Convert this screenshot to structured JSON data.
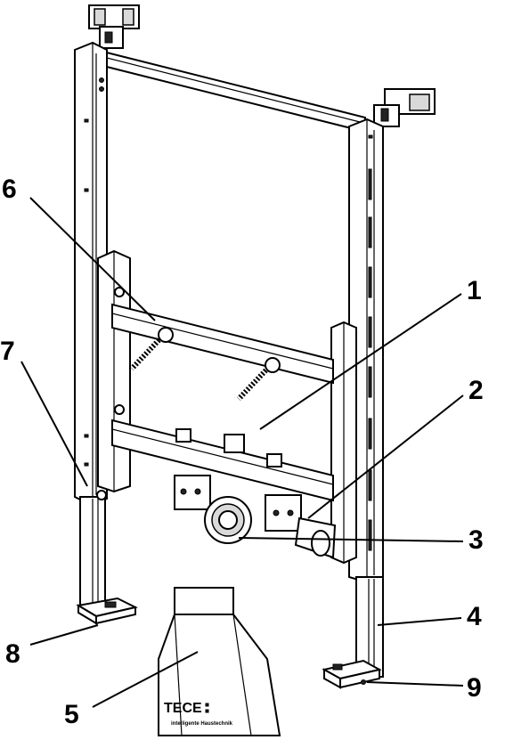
{
  "colors": {
    "line": "#000000",
    "background": "#ffffff",
    "shade": "#d9d9d9"
  },
  "callouts": [
    {
      "id": "1",
      "label": "1"
    },
    {
      "id": "2",
      "label": "2"
    },
    {
      "id": "3",
      "label": "3"
    },
    {
      "id": "4",
      "label": "4"
    },
    {
      "id": "5",
      "label": "5"
    },
    {
      "id": "6",
      "label": "6"
    },
    {
      "id": "7",
      "label": "7"
    },
    {
      "id": "8",
      "label": "8"
    },
    {
      "id": "9",
      "label": "9"
    }
  ],
  "bag": {
    "brand": "TECE",
    "tagline": "intelligente Haustechnik"
  }
}
